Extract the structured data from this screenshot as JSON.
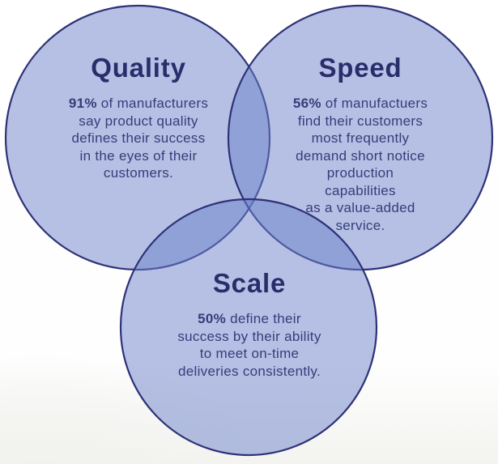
{
  "colors": {
    "circle-fill": "#6b82c9",
    "circle-stroke": "#2e3277",
    "heading-text": "#2a2d6b",
    "body-text": "#373c7a"
  },
  "diagram": {
    "type": "venn",
    "circles": [
      {
        "id": "quality",
        "title": "Quality",
        "stat": "91%",
        "line1_rest": " of manufacturers",
        "body_rest": "say product quality\ndefines their success\nin the eyes of their\ncustomers."
      },
      {
        "id": "speed",
        "title": "Speed",
        "stat": "56%",
        "line1_rest": " of manufactuers",
        "body_rest": "find their customers\nmost frequently\ndemand short notice\nproduction capabilities\nas a value-added\nservice."
      },
      {
        "id": "scale",
        "title": "Scale",
        "stat": "50%",
        "line1_rest": " define their",
        "body_rest": "success by their ability\nto meet on-time\ndeliveries consistently."
      }
    ]
  }
}
